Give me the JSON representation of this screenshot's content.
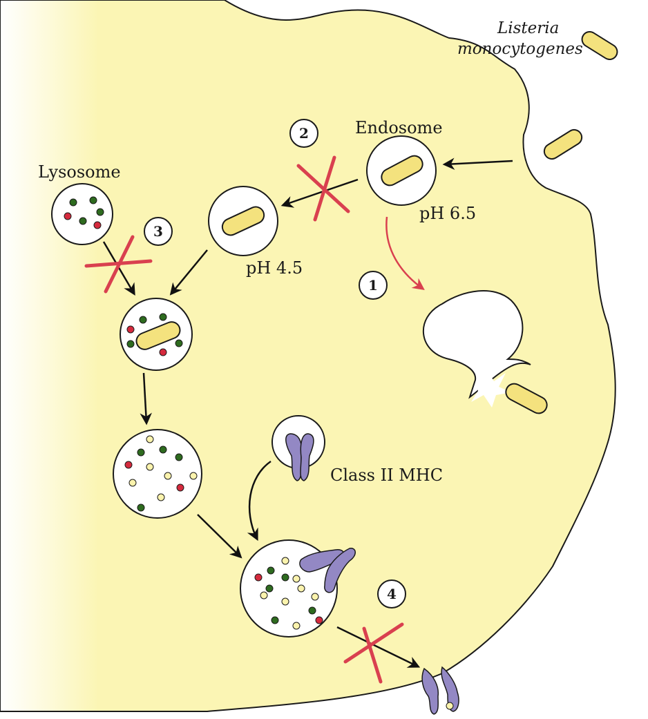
{
  "labels": {
    "organism": [
      "Listeria",
      "monocytogenes"
    ],
    "endosome": "Endosome",
    "lysosome": "Lysosome",
    "ph_endosome": "pH 6.5",
    "ph_late": "pH 4.5",
    "mhc": "Class II MHC"
  },
  "steps": [
    "1",
    "2",
    "3",
    "4"
  ],
  "colors": {
    "cytoplasm": "#fbf5b4",
    "bacterium": "#f4e27e",
    "vesicle": "#ffffff",
    "outline": "#1a1a1a",
    "arrow": "#111111",
    "escape_arrow": "#d9404f",
    "block_cross": "#d9404f",
    "granule_green": "#2e6b1f",
    "granule_red": "#d52a3d",
    "granule_yellow": "#fbf3ad",
    "mhc": "#9388c4"
  }
}
